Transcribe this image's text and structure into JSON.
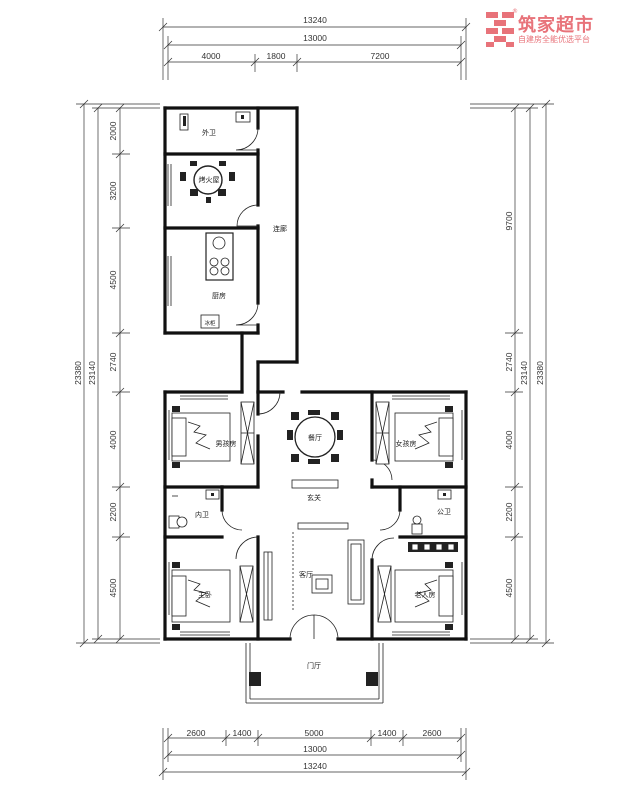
{
  "brand": {
    "name": "筑家超市",
    "tagline": "自建房全能优选平台",
    "registered": "®",
    "accent_color": "#e8737a",
    "mark_icon": "building-blocks-logo-icon"
  },
  "dimensions": {
    "top_total": "13240",
    "top_inner": "13000",
    "top_segments": [
      "4000",
      "1800",
      "7200"
    ],
    "bottom_segments": [
      "2600",
      "1400",
      "5000",
      "1400",
      "2600"
    ],
    "bottom_inner": "13000",
    "bottom_total": "13240",
    "left_segments": [
      "2000",
      "3200",
      "4500",
      "2740",
      "4000",
      "2200",
      "4500"
    ],
    "left_total_outer": "23380",
    "left_total_inner": "23140",
    "right_segments": [
      "9700",
      "2740",
      "4000",
      "2200",
      "4500"
    ],
    "right_total_inner": "23140",
    "right_total_outer": "23380"
  },
  "rooms": {
    "outer_bath": "外卫",
    "fire_room": "烤火屋",
    "kitchen": "厨房",
    "fridge": "冰柜",
    "corridor": "连廊",
    "boys_room": "男孩房",
    "girls_room": "女孩房",
    "dining": "餐厅",
    "foyer": "玄关",
    "inner_bath": "内卫",
    "public_bath": "公卫",
    "living": "客厅",
    "master": "主卧",
    "elder": "老人房",
    "entrance_hall": "门厅"
  }
}
